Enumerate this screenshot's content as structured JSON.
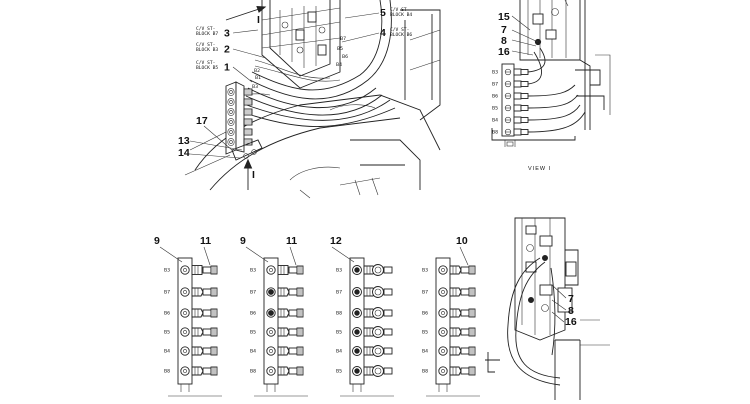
{
  "view_label": "VIEW I",
  "view_marker_1": "I",
  "view_marker_2": "I",
  "callouts_top_left": [
    {
      "num": "3",
      "line1": "C/V ST-",
      "line2": "BLOCK B7"
    },
    {
      "num": "2",
      "line1": "C/V ST-",
      "line2": "BLOCK B3"
    },
    {
      "num": "1",
      "line1": "C/V ST-",
      "line2": "BLOCK B5"
    }
  ],
  "callouts_top_mid": [
    {
      "num": "5",
      "line1": "C/V ST-",
      "line2": "BLOCK B4"
    },
    {
      "num": "4",
      "line1": "C/V ST-",
      "line2": "BLOCK B6"
    }
  ],
  "labels": {
    "n17": "17",
    "n13": "13",
    "n14": "14",
    "n15": "15",
    "n7a": "7",
    "n8a": "8",
    "n16a": "16",
    "n7b": "7",
    "n8b": "8",
    "n16b": "16"
  },
  "top_ports": [
    "B2",
    "B1",
    "B3",
    "B7",
    "B5",
    "B6",
    "B4"
  ],
  "manifold_ports": [
    "B3",
    "B7",
    "B6",
    "B5",
    "B4",
    "B8"
  ],
  "manifold_ports_b": [
    "B3",
    "B7",
    "B8",
    "B5",
    "B4",
    "B5"
  ],
  "right_view_ports": [
    "B3",
    "B7",
    "B6",
    "B5",
    "B4",
    "B8"
  ],
  "panels": [
    {
      "left": "9",
      "right": "11"
    },
    {
      "left": "9",
      "right": "11"
    },
    {
      "left": "12",
      "right": ""
    },
    {
      "left": "",
      "right": "10"
    }
  ]
}
